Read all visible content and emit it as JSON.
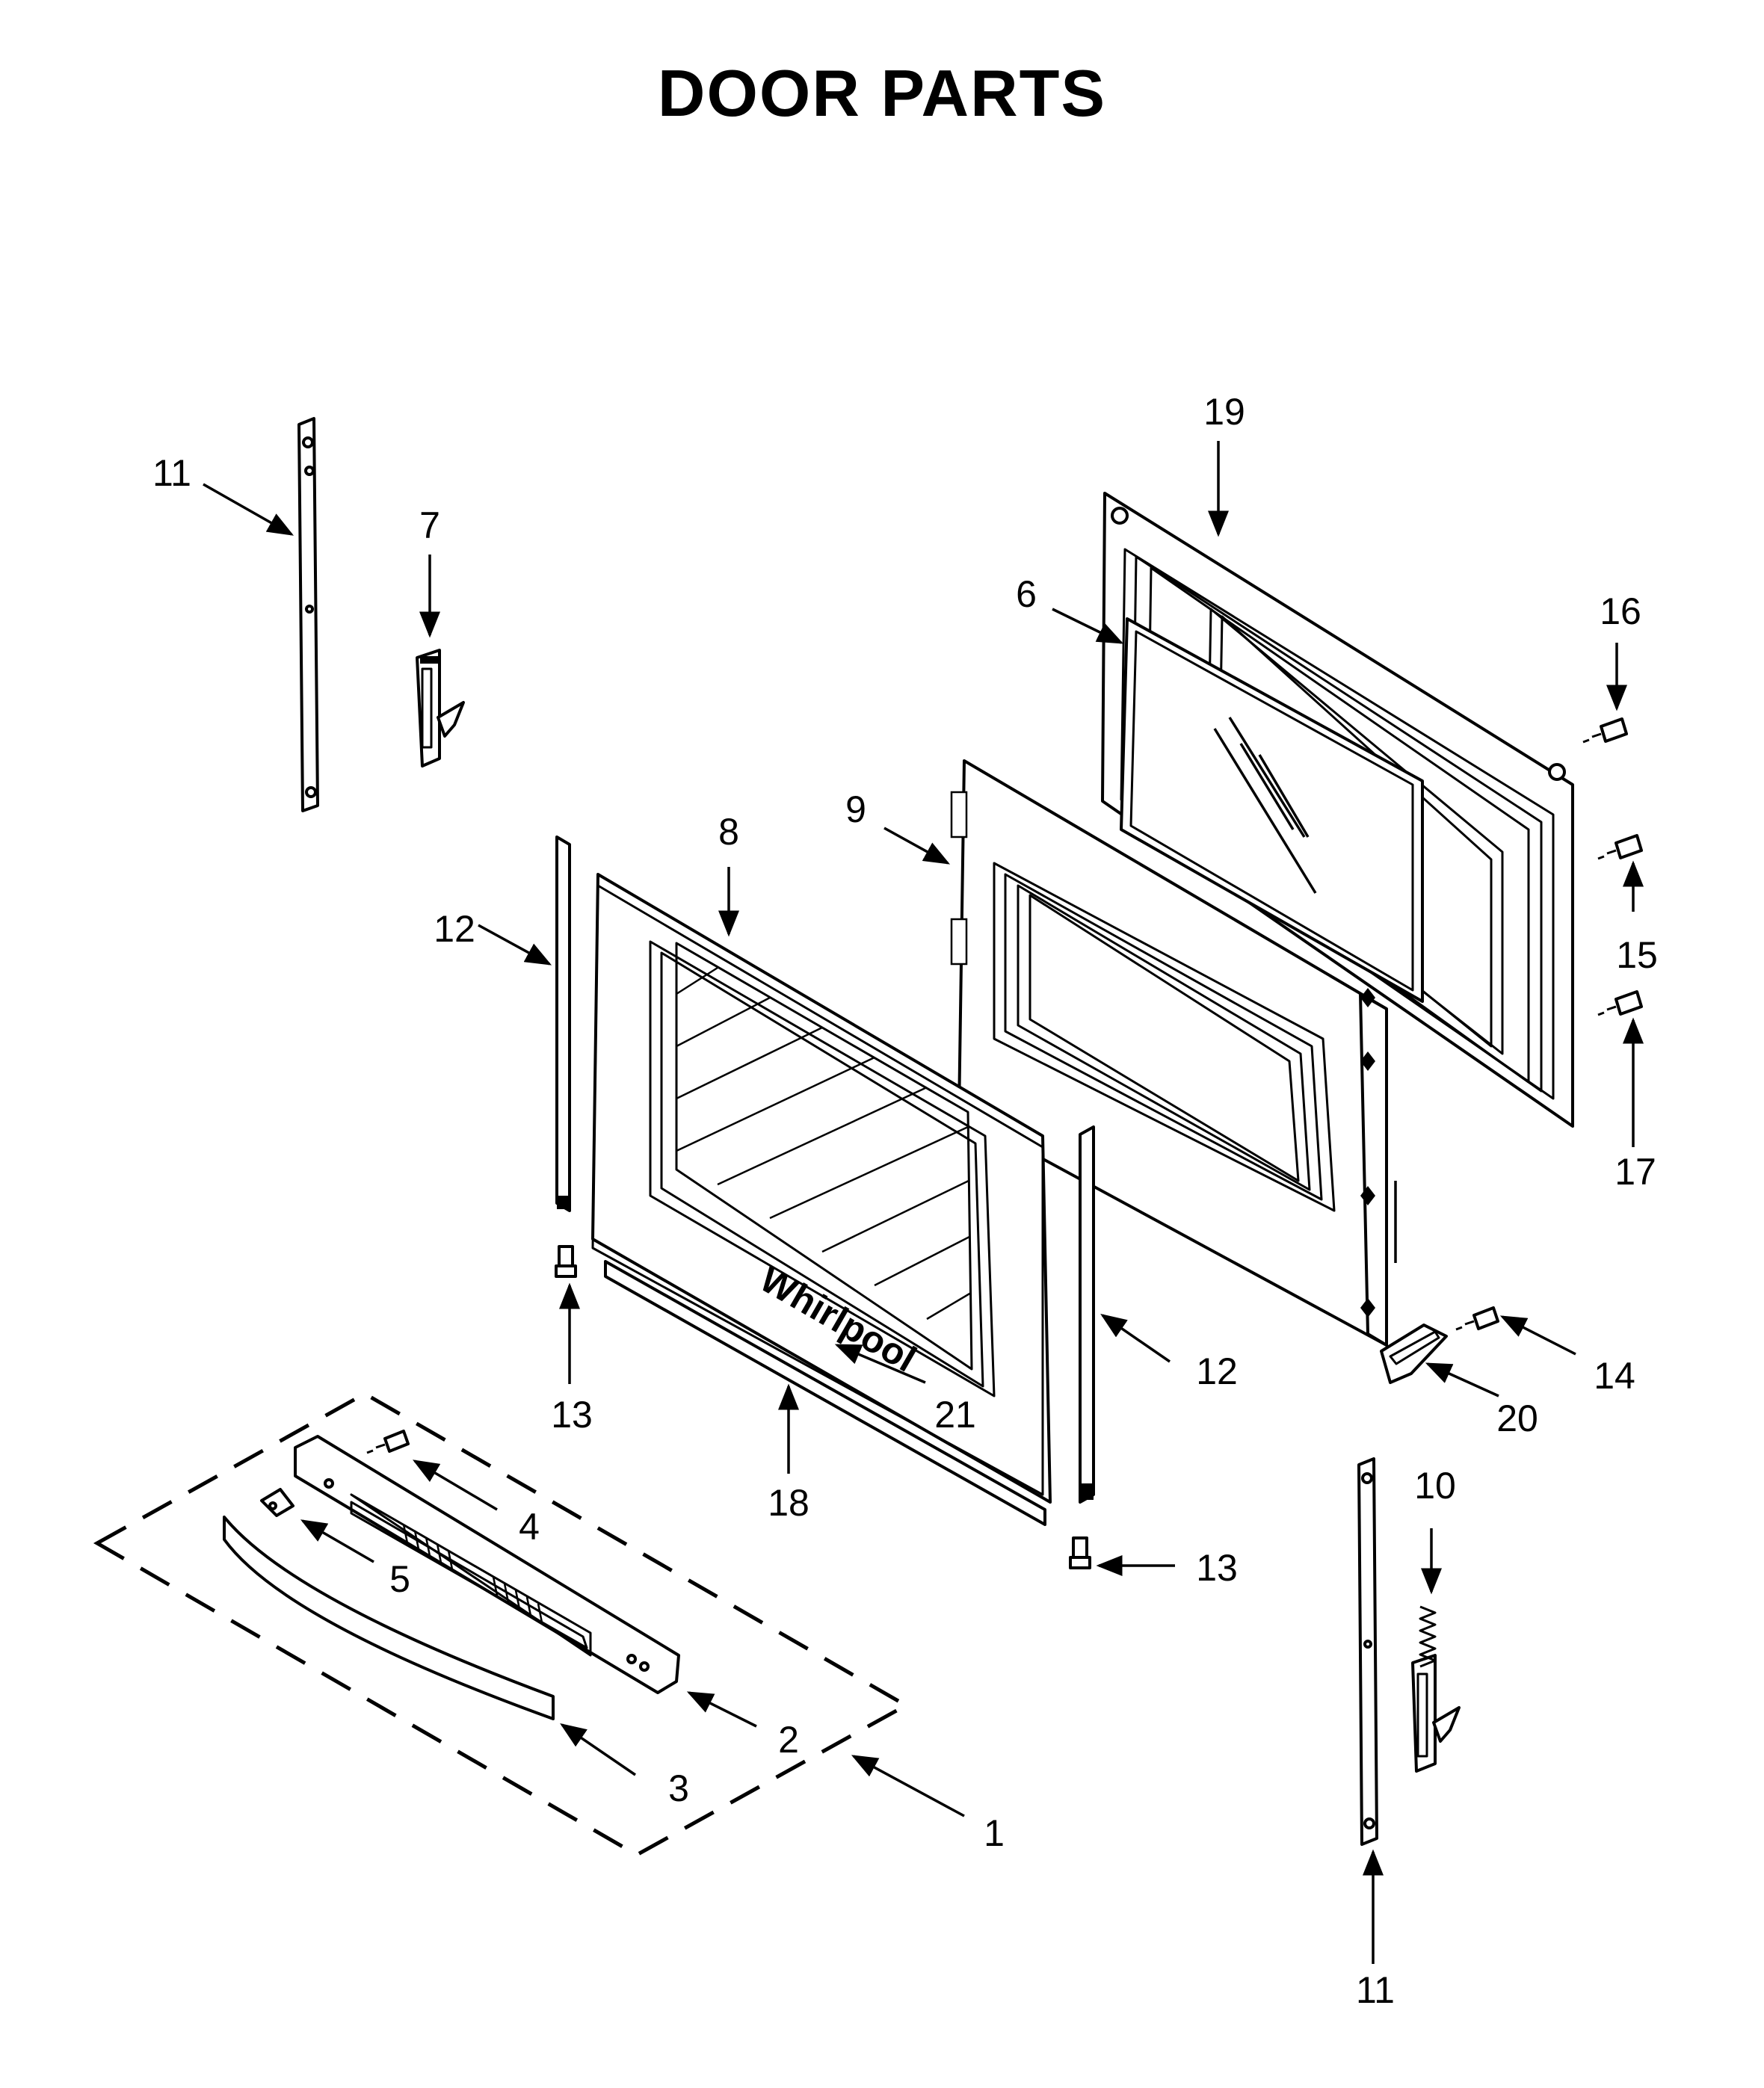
{
  "title": "DOOR PARTS",
  "brand_logo": "Whirlpool",
  "callouts": [
    {
      "id": "c1",
      "number": "1"
    },
    {
      "id": "c2",
      "number": "2"
    },
    {
      "id": "c3",
      "number": "3"
    },
    {
      "id": "c4",
      "number": "4"
    },
    {
      "id": "c5",
      "number": "5"
    },
    {
      "id": "c6",
      "number": "6"
    },
    {
      "id": "c7",
      "number": "7"
    },
    {
      "id": "c8",
      "number": "8"
    },
    {
      "id": "c9",
      "number": "9"
    },
    {
      "id": "c10",
      "number": "10"
    },
    {
      "id": "c11a",
      "number": "11"
    },
    {
      "id": "c11b",
      "number": "11"
    },
    {
      "id": "c12a",
      "number": "12"
    },
    {
      "id": "c12b",
      "number": "12"
    },
    {
      "id": "c13a",
      "number": "13"
    },
    {
      "id": "c13b",
      "number": "13"
    },
    {
      "id": "c14",
      "number": "14"
    },
    {
      "id": "c15",
      "number": "15"
    },
    {
      "id": "c16",
      "number": "16"
    },
    {
      "id": "c17",
      "number": "17"
    },
    {
      "id": "c18",
      "number": "18"
    },
    {
      "id": "c19",
      "number": "19"
    },
    {
      "id": "c20",
      "number": "20"
    },
    {
      "id": "c21",
      "number": "21"
    }
  ]
}
